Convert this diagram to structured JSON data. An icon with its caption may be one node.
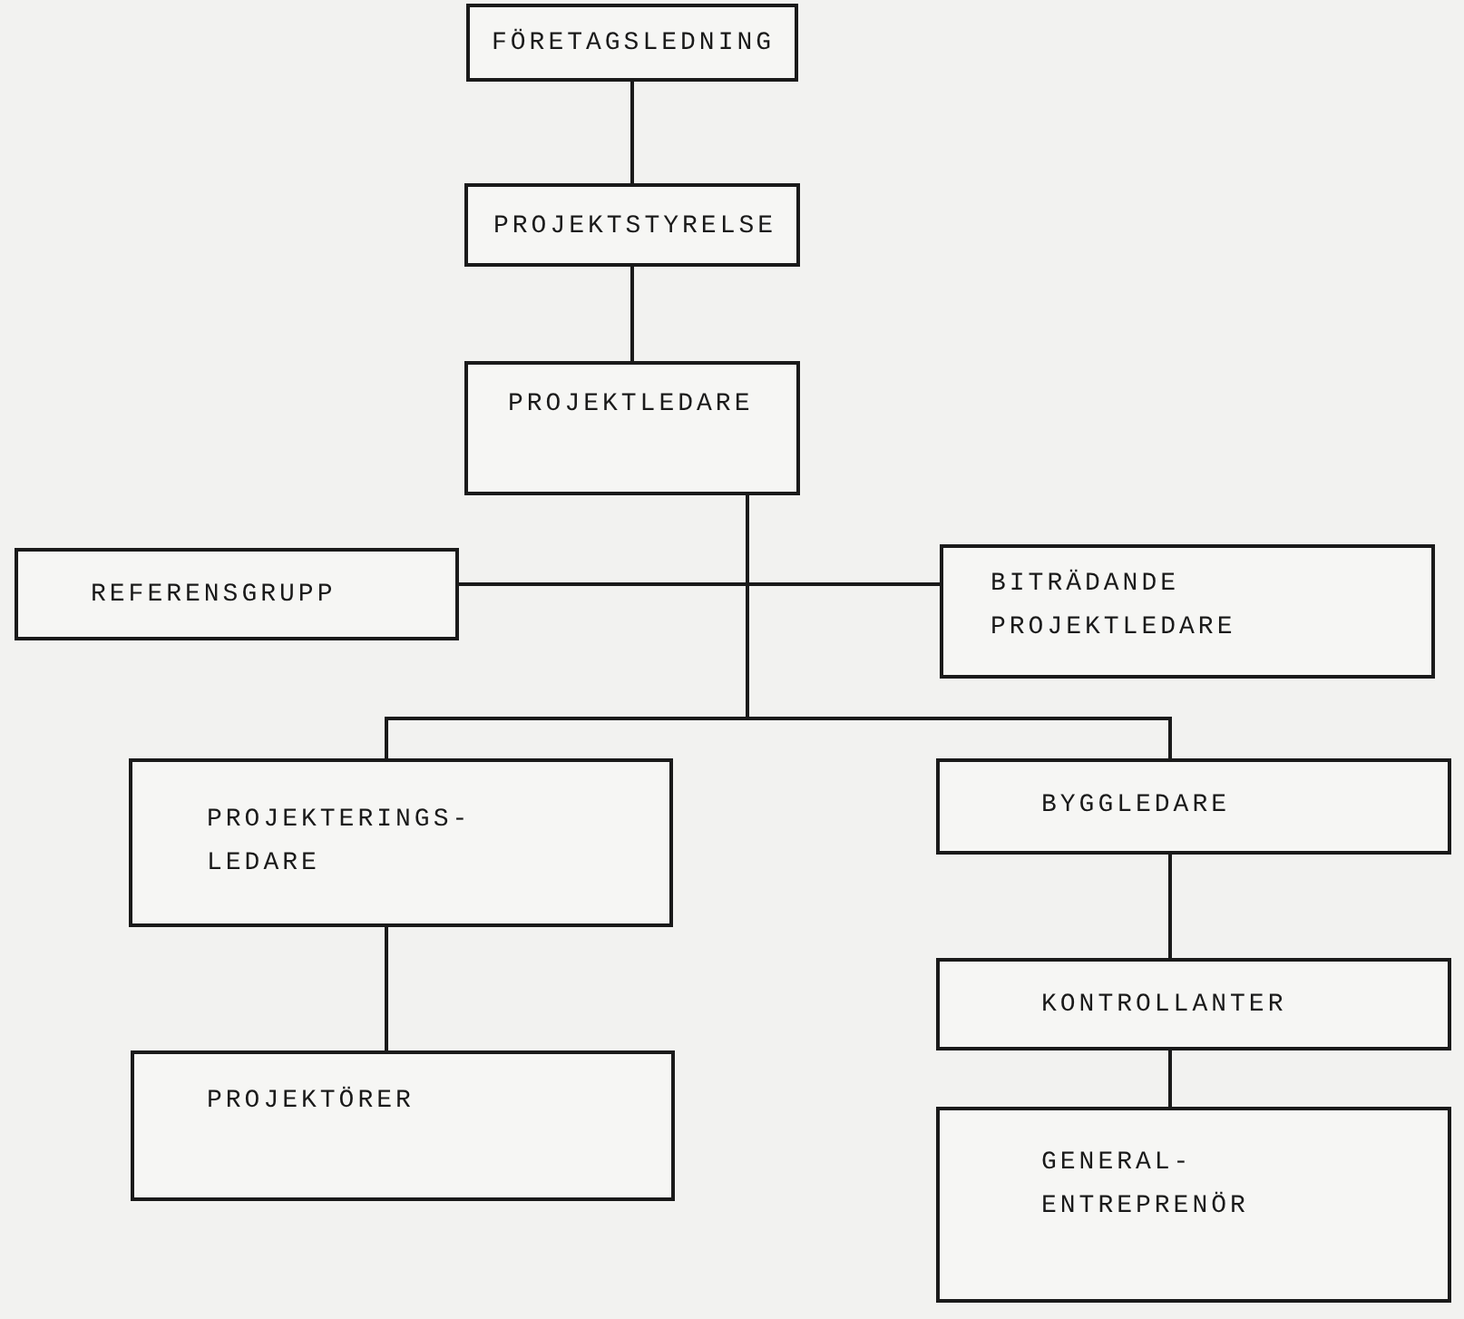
{
  "diagram": {
    "nodes": [
      {
        "text": [
          "FÖRETAGSLEDNING"
        ]
      },
      {
        "text": [
          "PROJEKTSTYRELSE"
        ]
      },
      {
        "text": [
          "PROJEKTLEDARE"
        ]
      },
      {
        "text": [
          "REFERENSGRUPP"
        ]
      },
      {
        "text": [
          "BITRÄDANDE PROJEKTLEDARE"
        ]
      },
      {
        "text": [
          "PROJEKTERINGS- LEDARE"
        ]
      },
      {
        "text": [
          "BYGGLEDARE"
        ]
      },
      {
        "text": [
          "PROJEKTÖRER"
        ]
      },
      {
        "text": [
          "KONTROLLANTER"
        ]
      },
      {
        "text": [
          "GENERAL- ENTREPRENÖR"
        ]
      }
    ],
    "edges": [
      {
        "from": 0,
        "to": 1,
        "arrow": "none"
      },
      {
        "from": 1,
        "to": 2,
        "arrow": "none"
      },
      {
        "from": 2,
        "to": 3,
        "arrow": "none"
      },
      {
        "from": 2,
        "to": 4,
        "arrow": "none"
      },
      {
        "from": 2,
        "to": 5,
        "arrow": "none"
      },
      {
        "from": 2,
        "to": 6,
        "arrow": "none"
      },
      {
        "from": 5,
        "to": 7,
        "arrow": "none"
      },
      {
        "from": 6,
        "to": 8,
        "arrow": "none"
      },
      {
        "from": 8,
        "to": 9,
        "arrow": "none"
      }
    ]
  }
}
